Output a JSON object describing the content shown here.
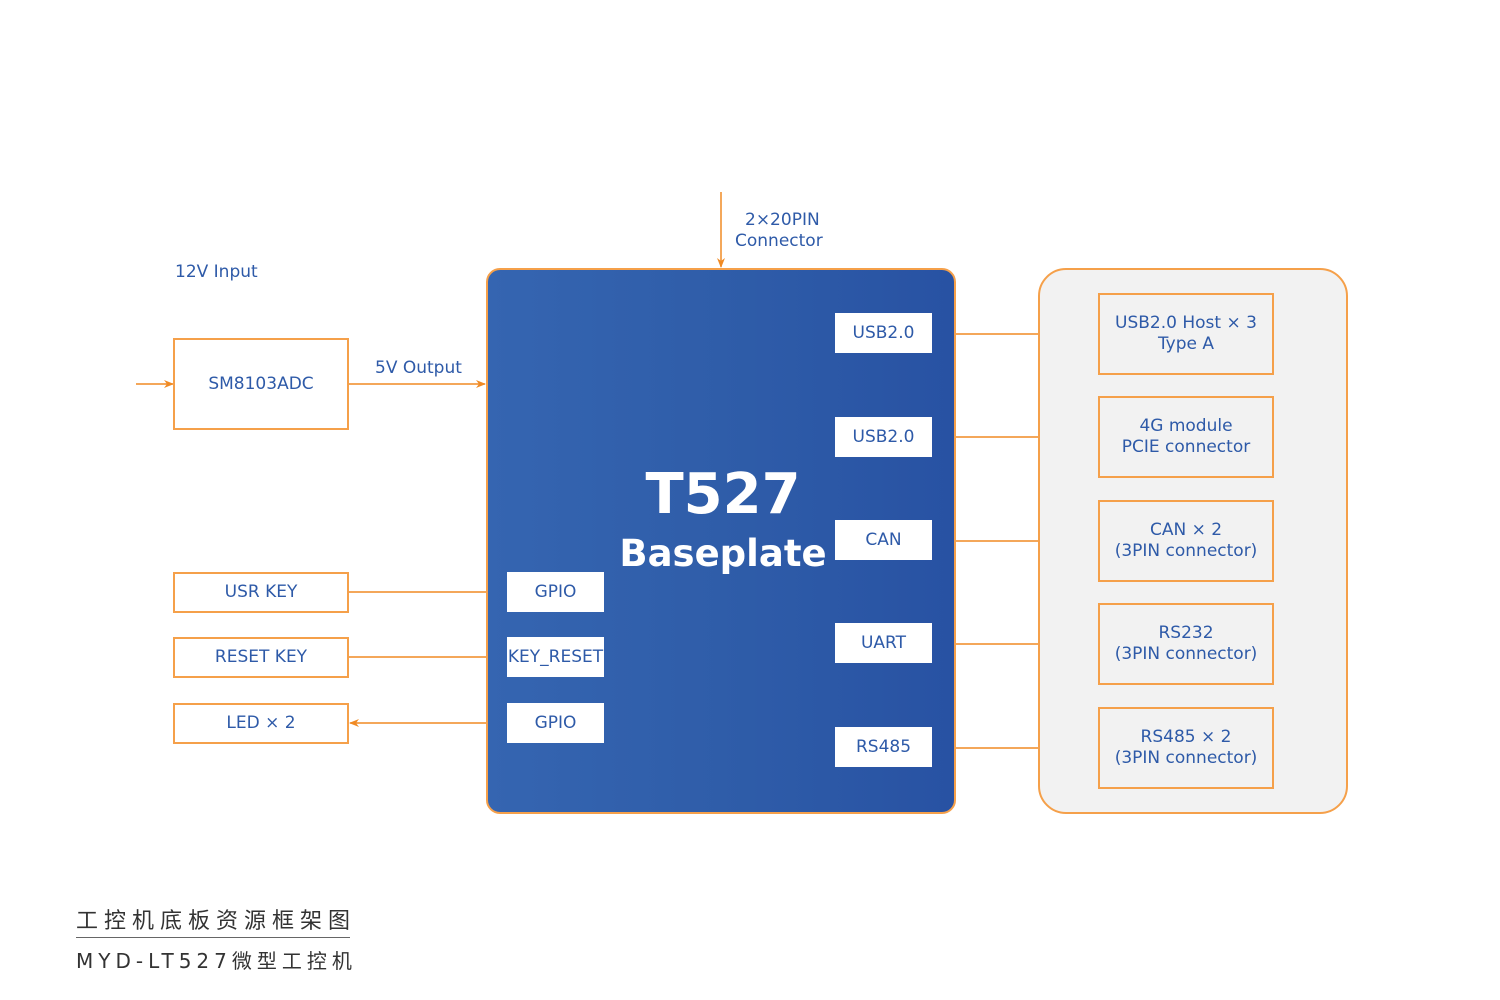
{
  "diagram": {
    "input_label": "12V Input",
    "regulator": "SM8103ADC",
    "output_label": "5V Output",
    "top_connector": [
      "2×20PIN",
      "Connector"
    ],
    "board": {
      "title": "T527",
      "subtitle": "Baseplate",
      "left_ports": [
        "GPIO",
        "KEY_RESET",
        "GPIO"
      ],
      "right_ports": [
        "USB2.0",
        "USB2.0",
        "CAN",
        "UART",
        "RS485"
      ]
    },
    "left_peripherals": [
      "USR KEY",
      "RESET KEY",
      "LED × 2"
    ],
    "right_peripherals": [
      {
        "line1": "USB2.0 Host × 3",
        "line2": "Type A"
      },
      {
        "line1": "4G module",
        "line2": "PCIE connector"
      },
      {
        "line1": "CAN × 2",
        "line2": "(3PIN connector)"
      },
      {
        "line1": "RS232",
        "line2": "(3PIN connector)"
      },
      {
        "line1": "RS485 × 2",
        "line2": "(3PIN connector)"
      }
    ]
  },
  "caption": {
    "title": "工控机底板资源框架图",
    "subtitle": "MYD-LT527微型工控机"
  },
  "colors": {
    "accent": "#f5a04a",
    "text_blue": "#2e5aa8",
    "board_blue": "#2f5da9",
    "panel_grey": "#f2f2f2"
  }
}
